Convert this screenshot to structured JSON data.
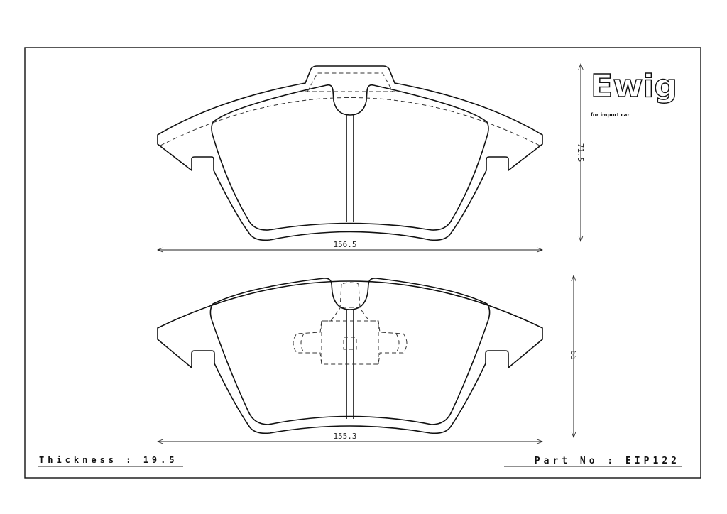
{
  "logo": {
    "brand": "Ewig",
    "tagline": "for import car"
  },
  "top_view": {
    "width_dim": "156.5",
    "height_dim": "71.5"
  },
  "bottom_view": {
    "width_dim": "155.3",
    "height_dim": "66"
  },
  "footer": {
    "thickness": "Thickness : 19.5",
    "part_no": "Part No : EIP122"
  }
}
